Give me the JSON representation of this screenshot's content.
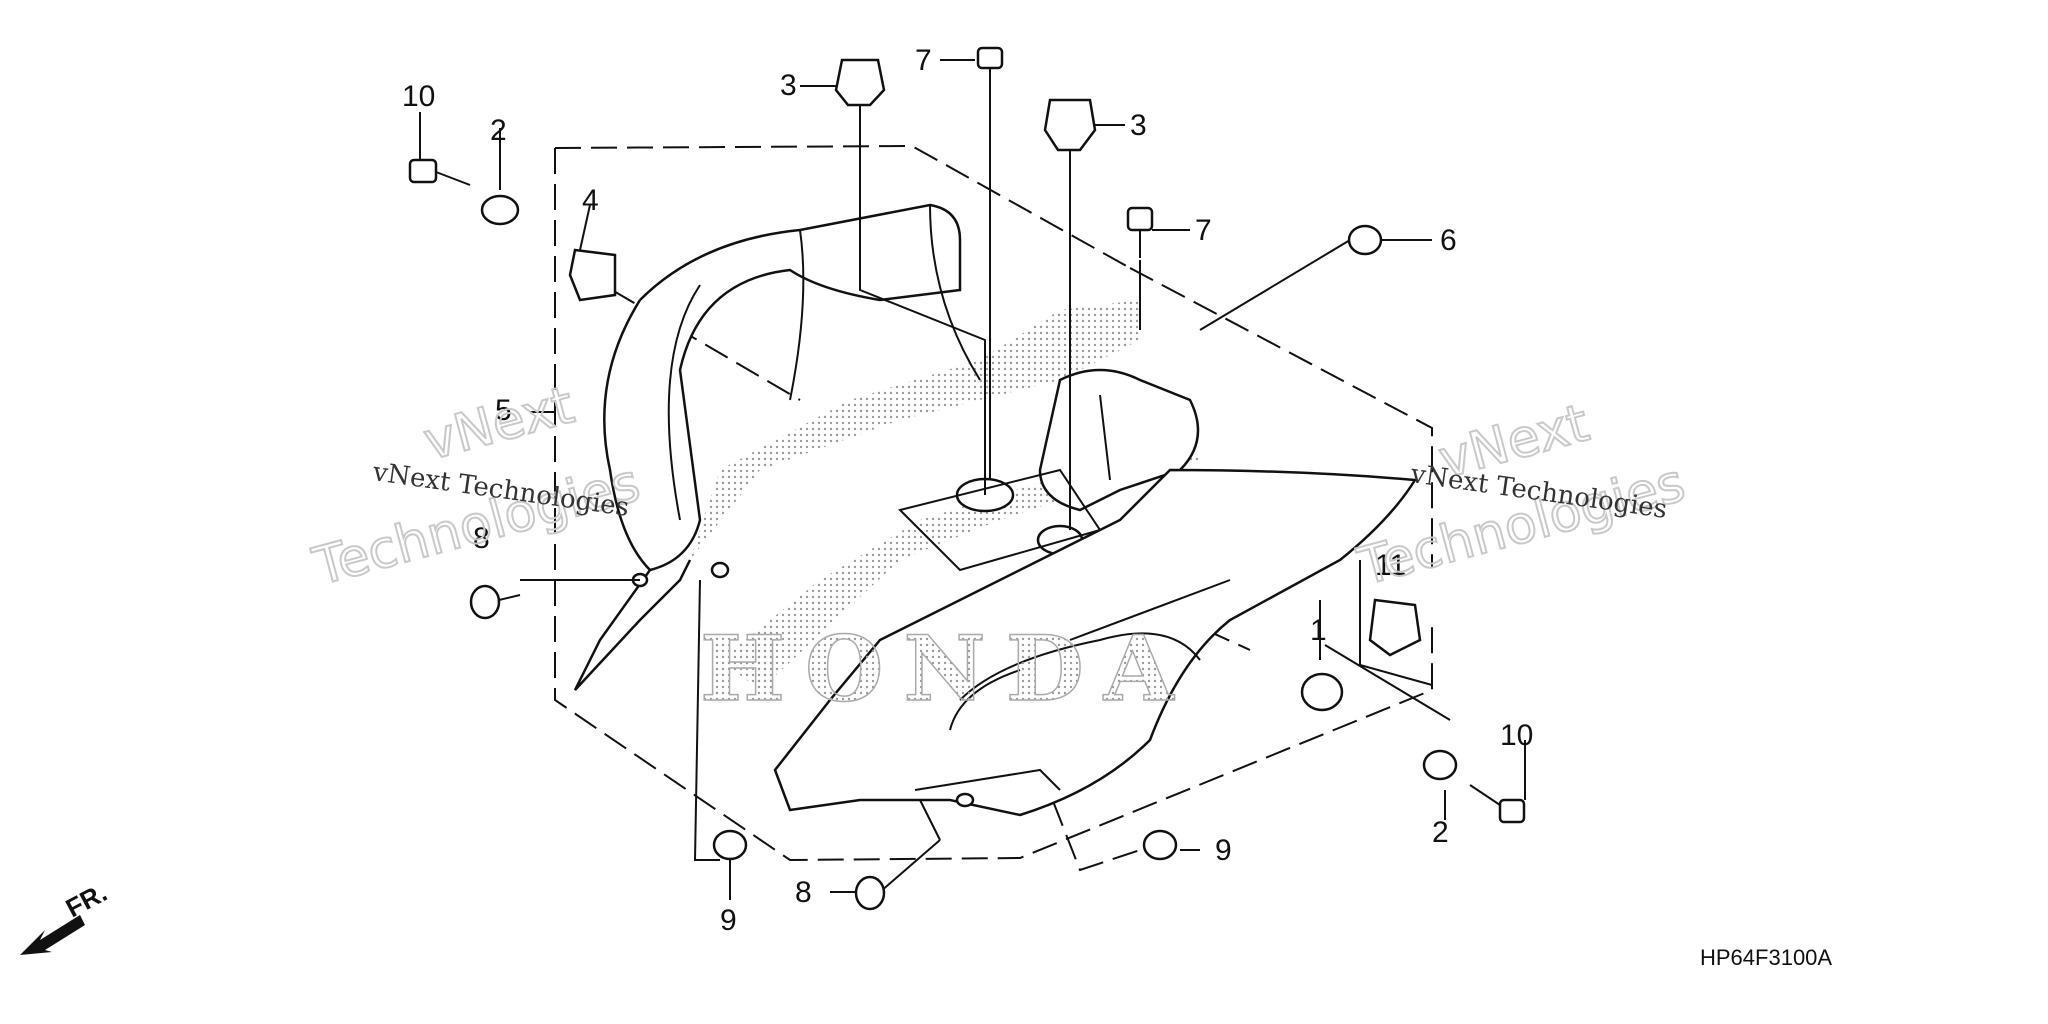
{
  "diagram": {
    "callouts": {
      "c10_left": "10",
      "c2_left": "2",
      "c4": "4",
      "c3_left": "3",
      "c7_top": "7",
      "c3_right": "3",
      "c7_mid": "7",
      "c6": "6",
      "c5": "5",
      "c8_left": "8",
      "c11": "11",
      "c1": "1",
      "c10_right": "10",
      "c2_right": "2",
      "c9_left": "9",
      "c8_bottom": "8",
      "c9_right": "9"
    },
    "brand_emboss": "HONDA",
    "direction_label": "FR.",
    "diagram_code": "HP64F3100A"
  },
  "watermarks": {
    "small_left": "vNext Technologies",
    "small_right": "vNext Technologies",
    "big_line1": "vNext",
    "big_line2": "Technologies"
  },
  "colors": {
    "ink": "#111111",
    "watermark": "#c9c9c9",
    "dot_shade": "#bdbdbd"
  }
}
